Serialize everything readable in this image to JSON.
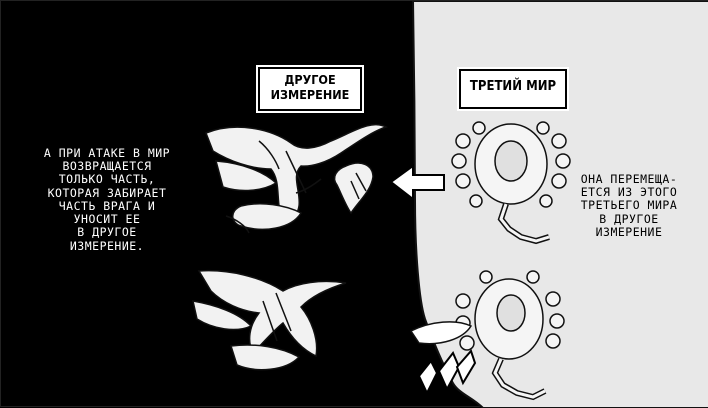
{
  "labels": {
    "other_dimension_line1": "ДРУГОЕ",
    "other_dimension_line2": "ИЗМЕРЕНИЕ",
    "third_world": "ТРЕТИЙ МИР"
  },
  "captions": {
    "left": [
      "А ПРИ АТАКЕ В МИР",
      "ВОЗВРАЩАЕТСЯ",
      "ТОЛЬКО ЧАСТЬ,",
      "КОТОРАЯ ЗАБИРАЕТ",
      "ЧАСТЬ ВРАГА И",
      "УНОСИТ ЕЕ",
      "В ДРУГОЕ",
      "ИЗМЕРЕНИЕ."
    ],
    "right": [
      "ОНА ПЕРЕМЕЩА-",
      "ЕТСЯ ИЗ ЭТОГО",
      "ТРЕТЬЕГО МИРА",
      "В ДРУГОЕ",
      "ИЗМЕРЕНИЕ"
    ]
  },
  "colors": {
    "dark_bg": "#000000",
    "light_bg": "#e9e9e9",
    "ink": "#111111"
  }
}
